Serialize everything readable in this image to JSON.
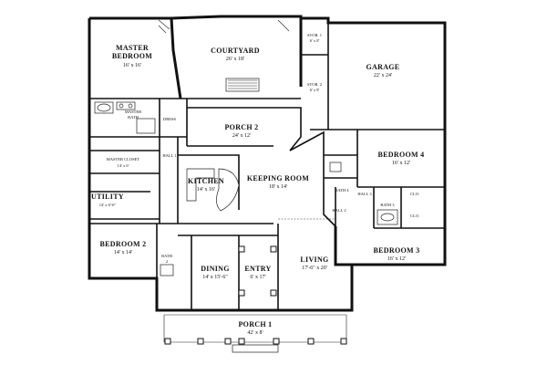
{
  "plan": {
    "rooms": {
      "master_bedroom": {
        "name": "MASTER BEDROOM",
        "name_line1": "MASTER",
        "name_line2": "BEDROOM",
        "dim": "16' x 16'"
      },
      "courtyard": {
        "name": "COURTYARD",
        "dim": "26' x 18'"
      },
      "garage": {
        "name": "GARAGE",
        "dim": "22' x 24'"
      },
      "storage_1": {
        "name": "STOR. 1",
        "dim": "6' x 8'"
      },
      "storage_2": {
        "name": "STOR. 2",
        "dim": "6' x 8'"
      },
      "master_bath": {
        "name": "MASTER BATH",
        "name_line1": "MASTER",
        "name_line2": "BATH"
      },
      "dress": {
        "name": "DRESS"
      },
      "porch_2": {
        "name": "PORCH 2",
        "dim": "24' x 12'"
      },
      "hall_1": {
        "name": "HALL 1"
      },
      "master_closet": {
        "name": "MASTER CLOSET",
        "dim": "14' x 6'"
      },
      "kitchen": {
        "name": "KITCHEN",
        "dim": "14' x 16'"
      },
      "keeping_room": {
        "name": "KEEPING ROOM",
        "dim": "18' x 14'"
      },
      "bedroom_4": {
        "name": "BEDROOM 4",
        "dim": "16' x 12'"
      },
      "utility": {
        "name": "UTILITY",
        "dim": "14' x 6'-6\""
      },
      "bath_4": {
        "name": "BATH 4"
      },
      "hall_3": {
        "name": "HALL 3"
      },
      "hall_2": {
        "name": "HALL 2"
      },
      "bath_3": {
        "name": "BATH 3"
      },
      "closet_a": {
        "name": "CLO."
      },
      "closet_b": {
        "name": "CLO."
      },
      "bedroom_2": {
        "name": "BEDROOM 2",
        "dim": "14' x 14'"
      },
      "bath_2": {
        "name": "BATH 2",
        "name_line1": "BATH",
        "name_line2": "2"
      },
      "dining": {
        "name": "DINING",
        "dim": "14' x 15'-6\""
      },
      "entry": {
        "name": "ENTRY",
        "dim": "6' x 17'"
      },
      "living": {
        "name": "LIVING",
        "dim": "17'-6\" x 20'"
      },
      "bedroom_3": {
        "name": "BEDROOM 3",
        "dim": "16' x 12'"
      },
      "porch_1": {
        "name": "PORCH 1",
        "dim": "42' x 8'"
      }
    }
  }
}
